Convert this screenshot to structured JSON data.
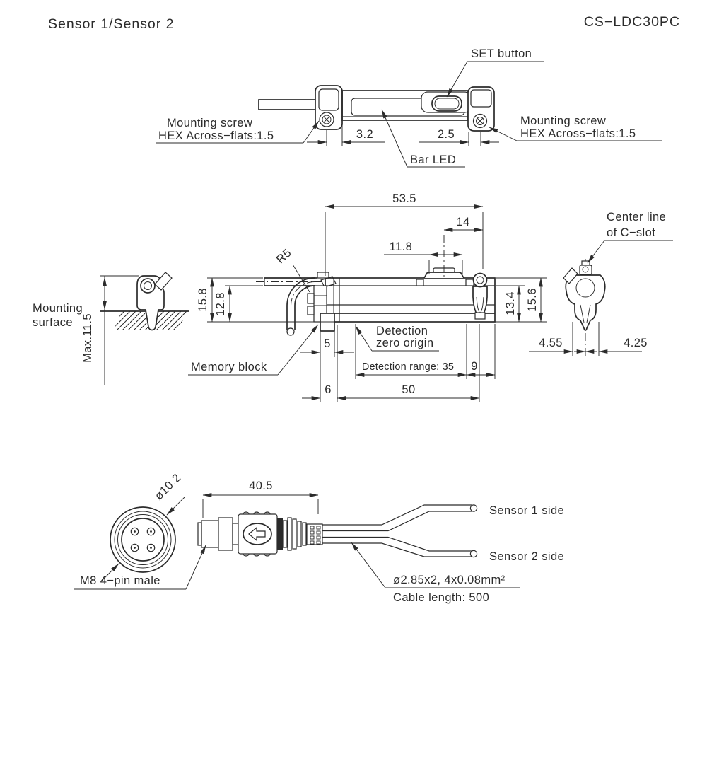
{
  "colors": {
    "line": "#2b2b2b",
    "background": "#ffffff"
  },
  "header": {
    "title": "Sensor 1/Sensor 2",
    "model": "CS−LDC30PC"
  },
  "top_view": {
    "set_button_label": "SET button",
    "mounting_screw_left": [
      "Mounting screw",
      "HEX Across−flats:1.5"
    ],
    "mounting_screw_right": [
      "Mounting screw",
      "HEX Across−flats:1.5"
    ],
    "bar_led_label": "Bar LED",
    "dim_screw_left": "3.2",
    "dim_screw_right": "2.5"
  },
  "side_view": {
    "dim_overall_length": "53.5",
    "dim_button_to_end": "14",
    "dim_button_width": "11.8",
    "bend_radius": "R5",
    "dim_height_overall": "15.8",
    "dim_height_cable": "12.8",
    "dim_height_body": "13.4",
    "dim_height_end": "15.6",
    "dim_mounting_max": "Max.11.5",
    "mounting_surface": [
      "Mounting",
      "surface"
    ],
    "memory_block_label": "Memory block",
    "detection_zero": [
      "Detection",
      "zero origin"
    ],
    "dim_memory_width": "5",
    "dim_detection_range": "Detection range: 35",
    "dim_range_to_end": "9",
    "dim_block_offset": "6",
    "dim_body_length": "50",
    "center_line_label": [
      "Center line",
      "of C−slot"
    ],
    "dim_cslot_left": "4.55",
    "dim_cslot_right": "4.25"
  },
  "cable_view": {
    "dim_connector_diameter": "ø10.2",
    "dim_connector_length": "40.5",
    "connector_label": "M8 4−pin male",
    "sensor1_label": "Sensor 1 side",
    "sensor2_label": "Sensor 2 side",
    "cable_spec": "ø2.85x2, 4x0.08mm²",
    "cable_length_label": "Cable length: 500",
    "direction_arrow_icon": "left-white-arrow"
  }
}
